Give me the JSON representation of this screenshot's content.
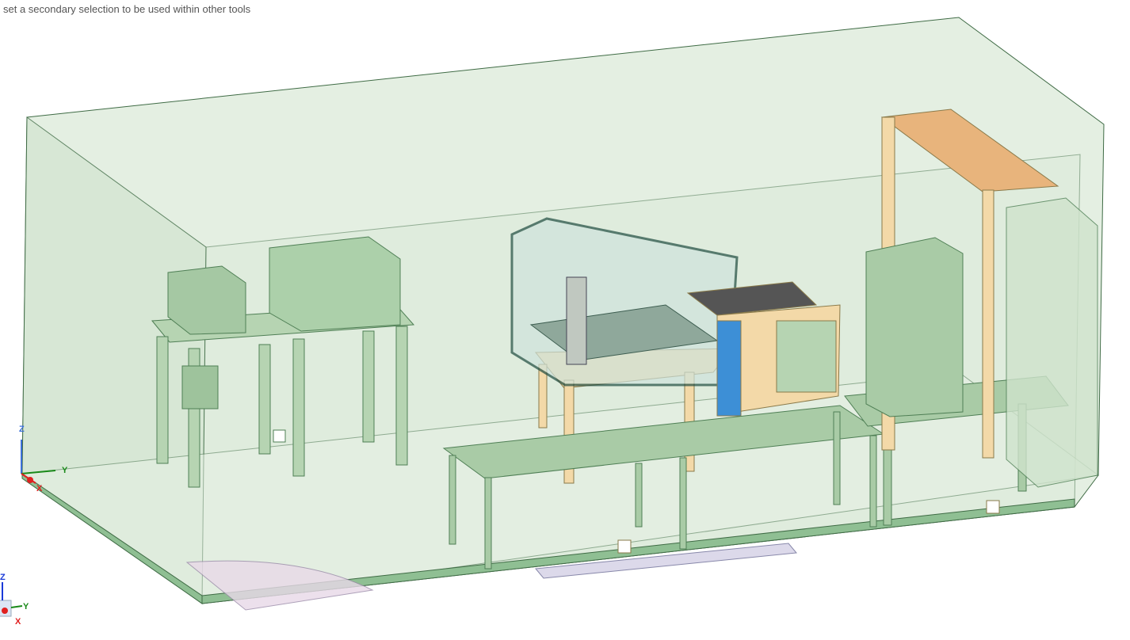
{
  "status_hint": "set a secondary selection to be used within other tools",
  "axes": {
    "x": "X",
    "y": "Y",
    "z": "Z"
  },
  "colors": {
    "room_fill": "#d9e8d6",
    "room_edge": "#3f6b45",
    "wood": "#f3d9a8",
    "accent_blue": "#3d8fd6",
    "orange": "#e8b47c"
  }
}
